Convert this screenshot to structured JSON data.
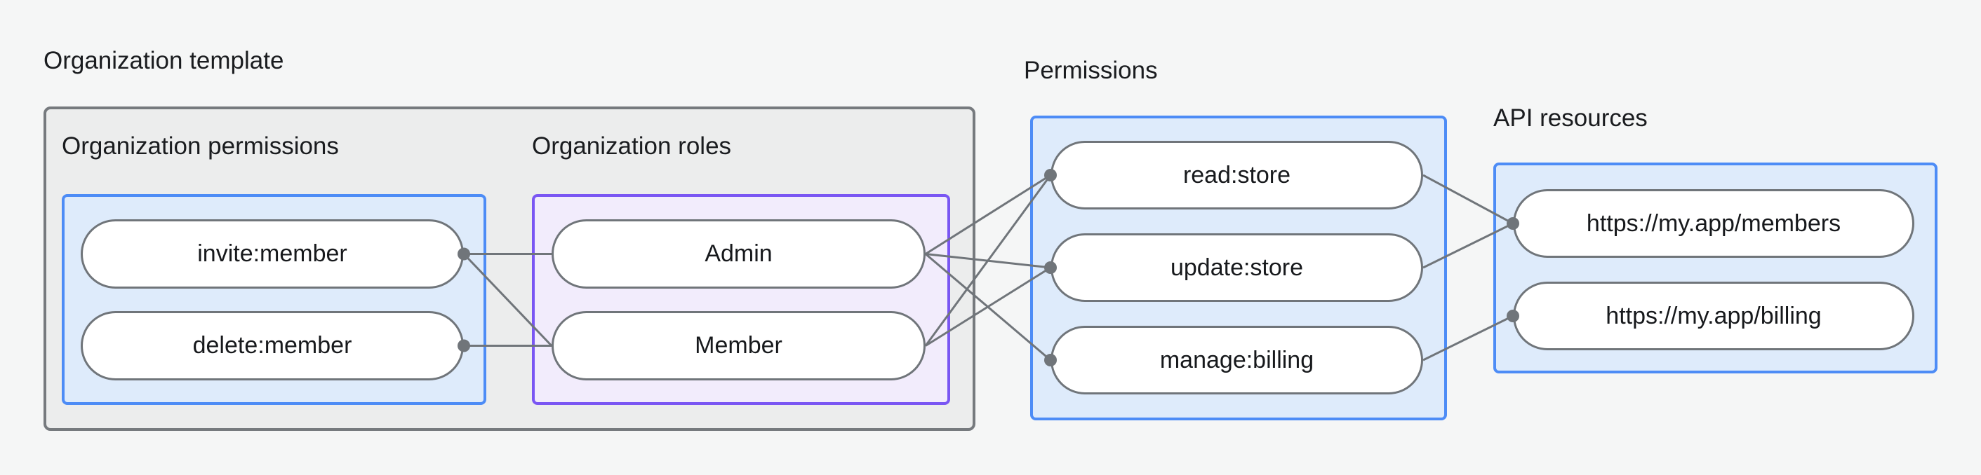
{
  "diagram": {
    "title": "Organization template",
    "groups": [
      {
        "id": "org-permissions",
        "label": "Organization permissions",
        "accent": "#4D8CF6",
        "fill": "#DEEBFB"
      },
      {
        "id": "org-roles",
        "label": "Organization roles",
        "accent": "#7A56F3",
        "fill": "#F2ECFC"
      },
      {
        "id": "permissions",
        "label": "Permissions",
        "accent": "#4D8CF6",
        "fill": "#DEEBFB"
      },
      {
        "id": "api-resources",
        "label": "API resources",
        "accent": "#4D8CF6",
        "fill": "#DEEBFB"
      }
    ],
    "nodes": [
      {
        "id": "invite-member",
        "label": "invite:member",
        "group": "org-permissions",
        "dot": "right"
      },
      {
        "id": "delete-member",
        "label": "delete:member",
        "group": "org-permissions",
        "dot": "right"
      },
      {
        "id": "admin",
        "label": "Admin",
        "group": "org-roles",
        "dot": null
      },
      {
        "id": "member",
        "label": "Member",
        "group": "org-roles",
        "dot": null
      },
      {
        "id": "read-store",
        "label": "read:store",
        "group": "permissions",
        "dot": "left"
      },
      {
        "id": "update-store",
        "label": "update:store",
        "group": "permissions",
        "dot": "left"
      },
      {
        "id": "manage-billing",
        "label": "manage:billing",
        "group": "permissions",
        "dot": "left"
      },
      {
        "id": "members-url",
        "label": "https://my.app/members",
        "group": "api-resources",
        "dot": "left"
      },
      {
        "id": "billing-url",
        "label": "https://my.app/billing",
        "group": "api-resources",
        "dot": "left"
      }
    ],
    "edges": [
      {
        "from": "invite-member",
        "to": "admin"
      },
      {
        "from": "invite-member",
        "to": "member"
      },
      {
        "from": "delete-member",
        "to": "member"
      },
      {
        "from": "admin",
        "to": "read-store"
      },
      {
        "from": "admin",
        "to": "update-store"
      },
      {
        "from": "admin",
        "to": "manage-billing"
      },
      {
        "from": "member",
        "to": "read-store"
      },
      {
        "from": "member",
        "to": "update-store"
      },
      {
        "from": "read-store",
        "to": "members-url"
      },
      {
        "from": "update-store",
        "to": "members-url"
      },
      {
        "from": "manage-billing",
        "to": "billing-url"
      }
    ],
    "colors": {
      "page_background": "#F5F6F6",
      "outer_fill": "#ECEDED",
      "outer_border": "#767A7E",
      "blue_border": "#4D8CF6",
      "blue_fill": "#DEEBFB",
      "purple_border": "#7A56F3",
      "purple_fill": "#F2ECFC",
      "pill_border": "#70757A",
      "line": "#70757A",
      "dot": "#70757A",
      "text": "#1A1C1F"
    }
  }
}
